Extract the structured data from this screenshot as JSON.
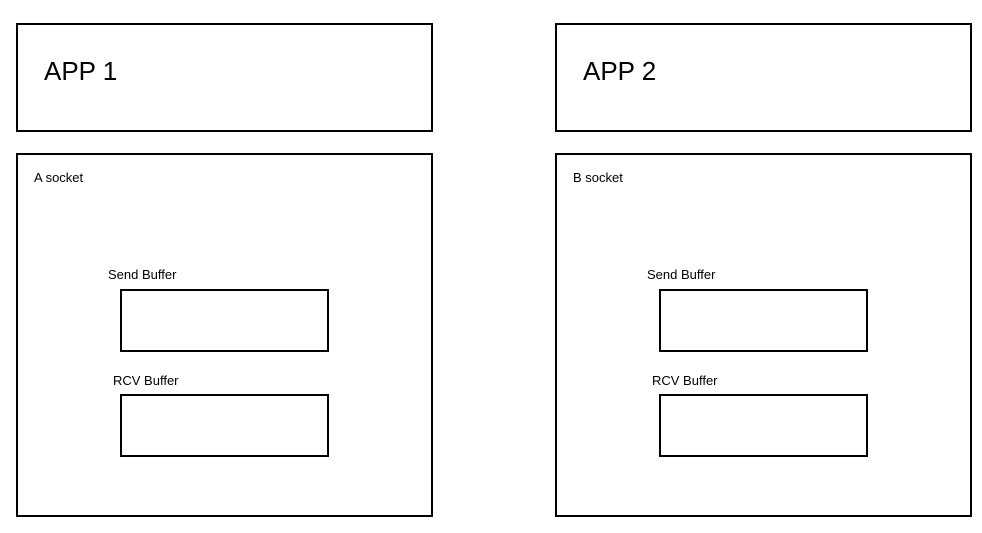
{
  "apps": [
    {
      "title": "APP 1"
    },
    {
      "title": "APP 2"
    }
  ],
  "sockets": [
    {
      "title": "A socket",
      "send_label": "Send Buffer",
      "rcv_label": "RCV Buffer"
    },
    {
      "title": "B socket",
      "send_label": "Send Buffer",
      "rcv_label": "RCV Buffer"
    }
  ]
}
